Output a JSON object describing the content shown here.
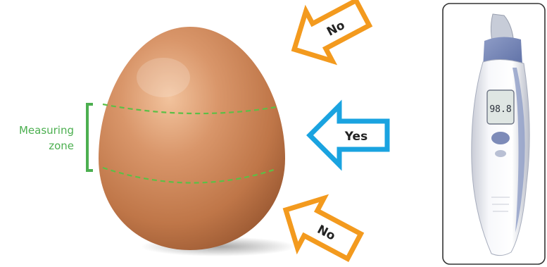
{
  "measuring_zone": {
    "line1": "Measuring",
    "line2": "zone",
    "color": "#4caf50"
  },
  "arrows": {
    "top": {
      "label": "No",
      "color": "#f39a1e"
    },
    "middle": {
      "label": "Yes",
      "color": "#1aa3e0"
    },
    "bottom": {
      "label": "No",
      "color": "#f39a1e"
    }
  },
  "objects": {
    "egg": "egg",
    "thermometer": "ear-thermometer",
    "thermometer_display": "98.8"
  }
}
